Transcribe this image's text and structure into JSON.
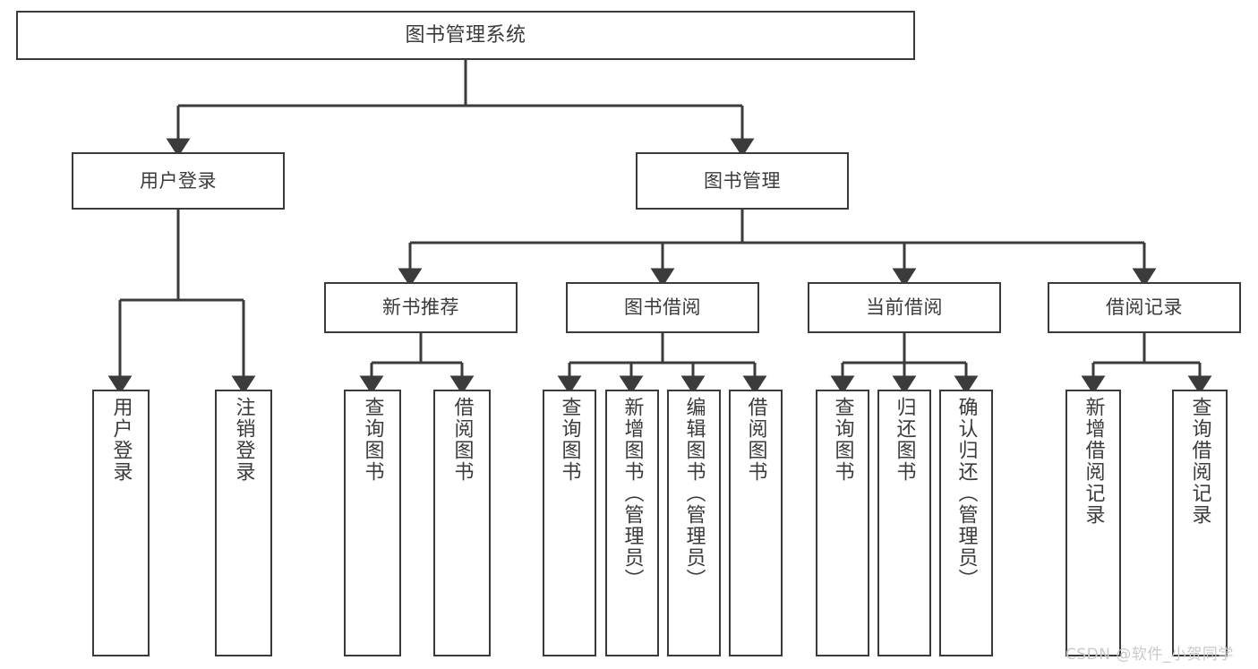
{
  "diagram": {
    "title": "图书管理系统",
    "type": "tree",
    "watermark": "CSDN @软件_小贺同学",
    "colors": {
      "stroke": "#3b3b3b",
      "fill": "#ffffff",
      "text": "#3b3b3b",
      "watermark": "#c9c9c9"
    },
    "nodes": {
      "root": {
        "label": "图书管理系统"
      },
      "level1": [
        {
          "label": "用户登录"
        },
        {
          "label": "图书管理"
        }
      ],
      "level2": [
        {
          "label": "新书推荐"
        },
        {
          "label": "图书借阅"
        },
        {
          "label": "当前借阅"
        },
        {
          "label": "借阅记录"
        }
      ],
      "leaves_user_login": [
        {
          "label": "用户登录"
        },
        {
          "label": "注销登录"
        }
      ],
      "leaves_new_book": [
        {
          "label": "查询图书"
        },
        {
          "label": "借阅图书"
        }
      ],
      "leaves_borrow": [
        {
          "label": "查询图书"
        },
        {
          "label": "新增图书（管理员）"
        },
        {
          "label": "编辑图书（管理员）"
        },
        {
          "label": "借阅图书"
        }
      ],
      "leaves_current": [
        {
          "label": "查询图书"
        },
        {
          "label": "归还图书"
        },
        {
          "label": "确认归还（管理员）"
        }
      ],
      "leaves_records": [
        {
          "label": "新增借阅记录"
        },
        {
          "label": "查询借阅记录"
        }
      ]
    }
  }
}
